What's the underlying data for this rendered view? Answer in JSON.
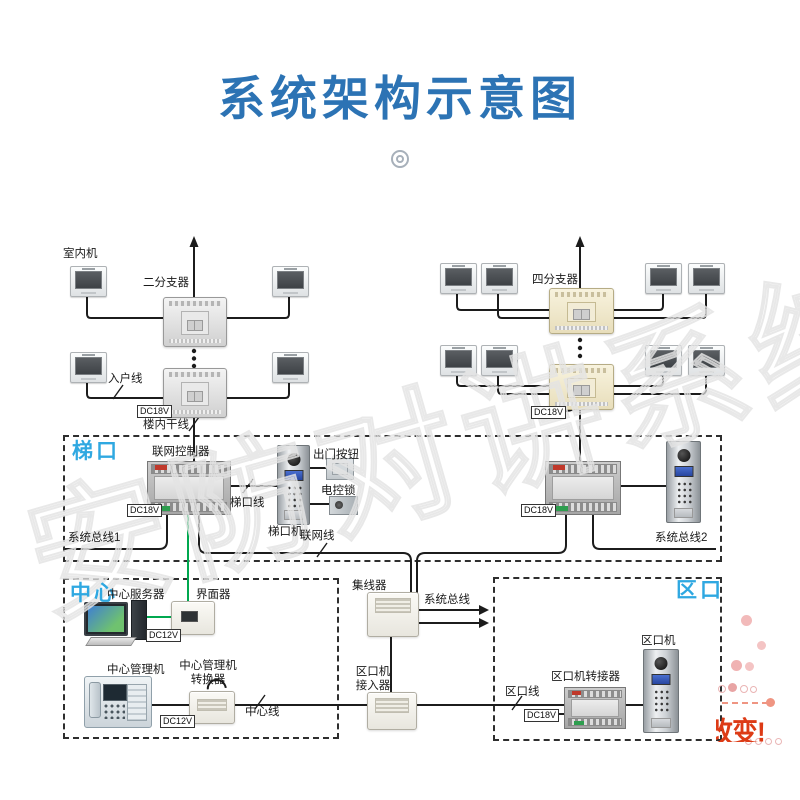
{
  "title": "系统架构示意图",
  "watermark": "安防对讲系统",
  "riser_left": {
    "indoor_unit": "室内机",
    "splitter": "二分支器",
    "entry_line": "入户线",
    "trunk_line": "楼内干线"
  },
  "riser_right": {
    "splitter": "四分支器"
  },
  "tikou_zone": {
    "name": "梯口",
    "controller": "联网控制器",
    "tikou_line": "梯口线",
    "door_station": "梯口机",
    "exit_button": "出门按钮",
    "electric_lock": "电控锁",
    "system_bus_1": "系统总线1",
    "network_line": "联网线",
    "system_bus_2": "系统总线2"
  },
  "center_zone": {
    "name": "中心",
    "server": "中心服务器",
    "interface": "界面器",
    "management": "中心管理机",
    "management_converter": "中心管理机\n转换器",
    "center_line": "中心线"
  },
  "backbone": {
    "hub": "集线器",
    "system_bus": "系统总线",
    "access": "区口机\n接入器"
  },
  "qukou_zone": {
    "name": "区口",
    "door_station": "区口机",
    "qukou_line": "区口线",
    "adapter": "区口机转接器"
  },
  "power": {
    "dc18v": "DC18V",
    "dc12v": "DC12V"
  },
  "stamp": {
    "text": "改变!"
  },
  "icons": {
    "divider": "bullseye-icon",
    "trunk_arrows": "arrow-up-icon",
    "bus_arrows": "arrow-right-icon"
  },
  "colors": {
    "title_blue": "#2c73b4",
    "zone_cyan": "#2fa8e1",
    "wire_black": "#1c1c1c",
    "wire_green": "#00a84f",
    "stamp_red": "#dd3b16",
    "watermark_gray": "#e4e4e4"
  }
}
